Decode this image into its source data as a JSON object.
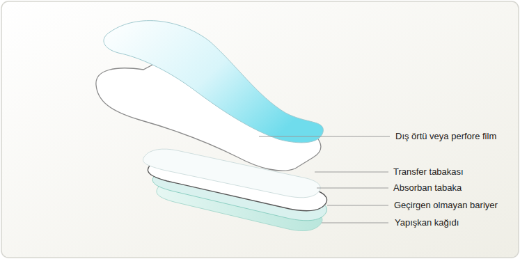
{
  "diagram": {
    "labels": [
      "Dış örtü veya perfore film",
      "Transfer tabakası",
      "Absorban tabaka",
      "Geçirgen olmayan bariyer",
      "Yapışkan kağıdı"
    ]
  }
}
